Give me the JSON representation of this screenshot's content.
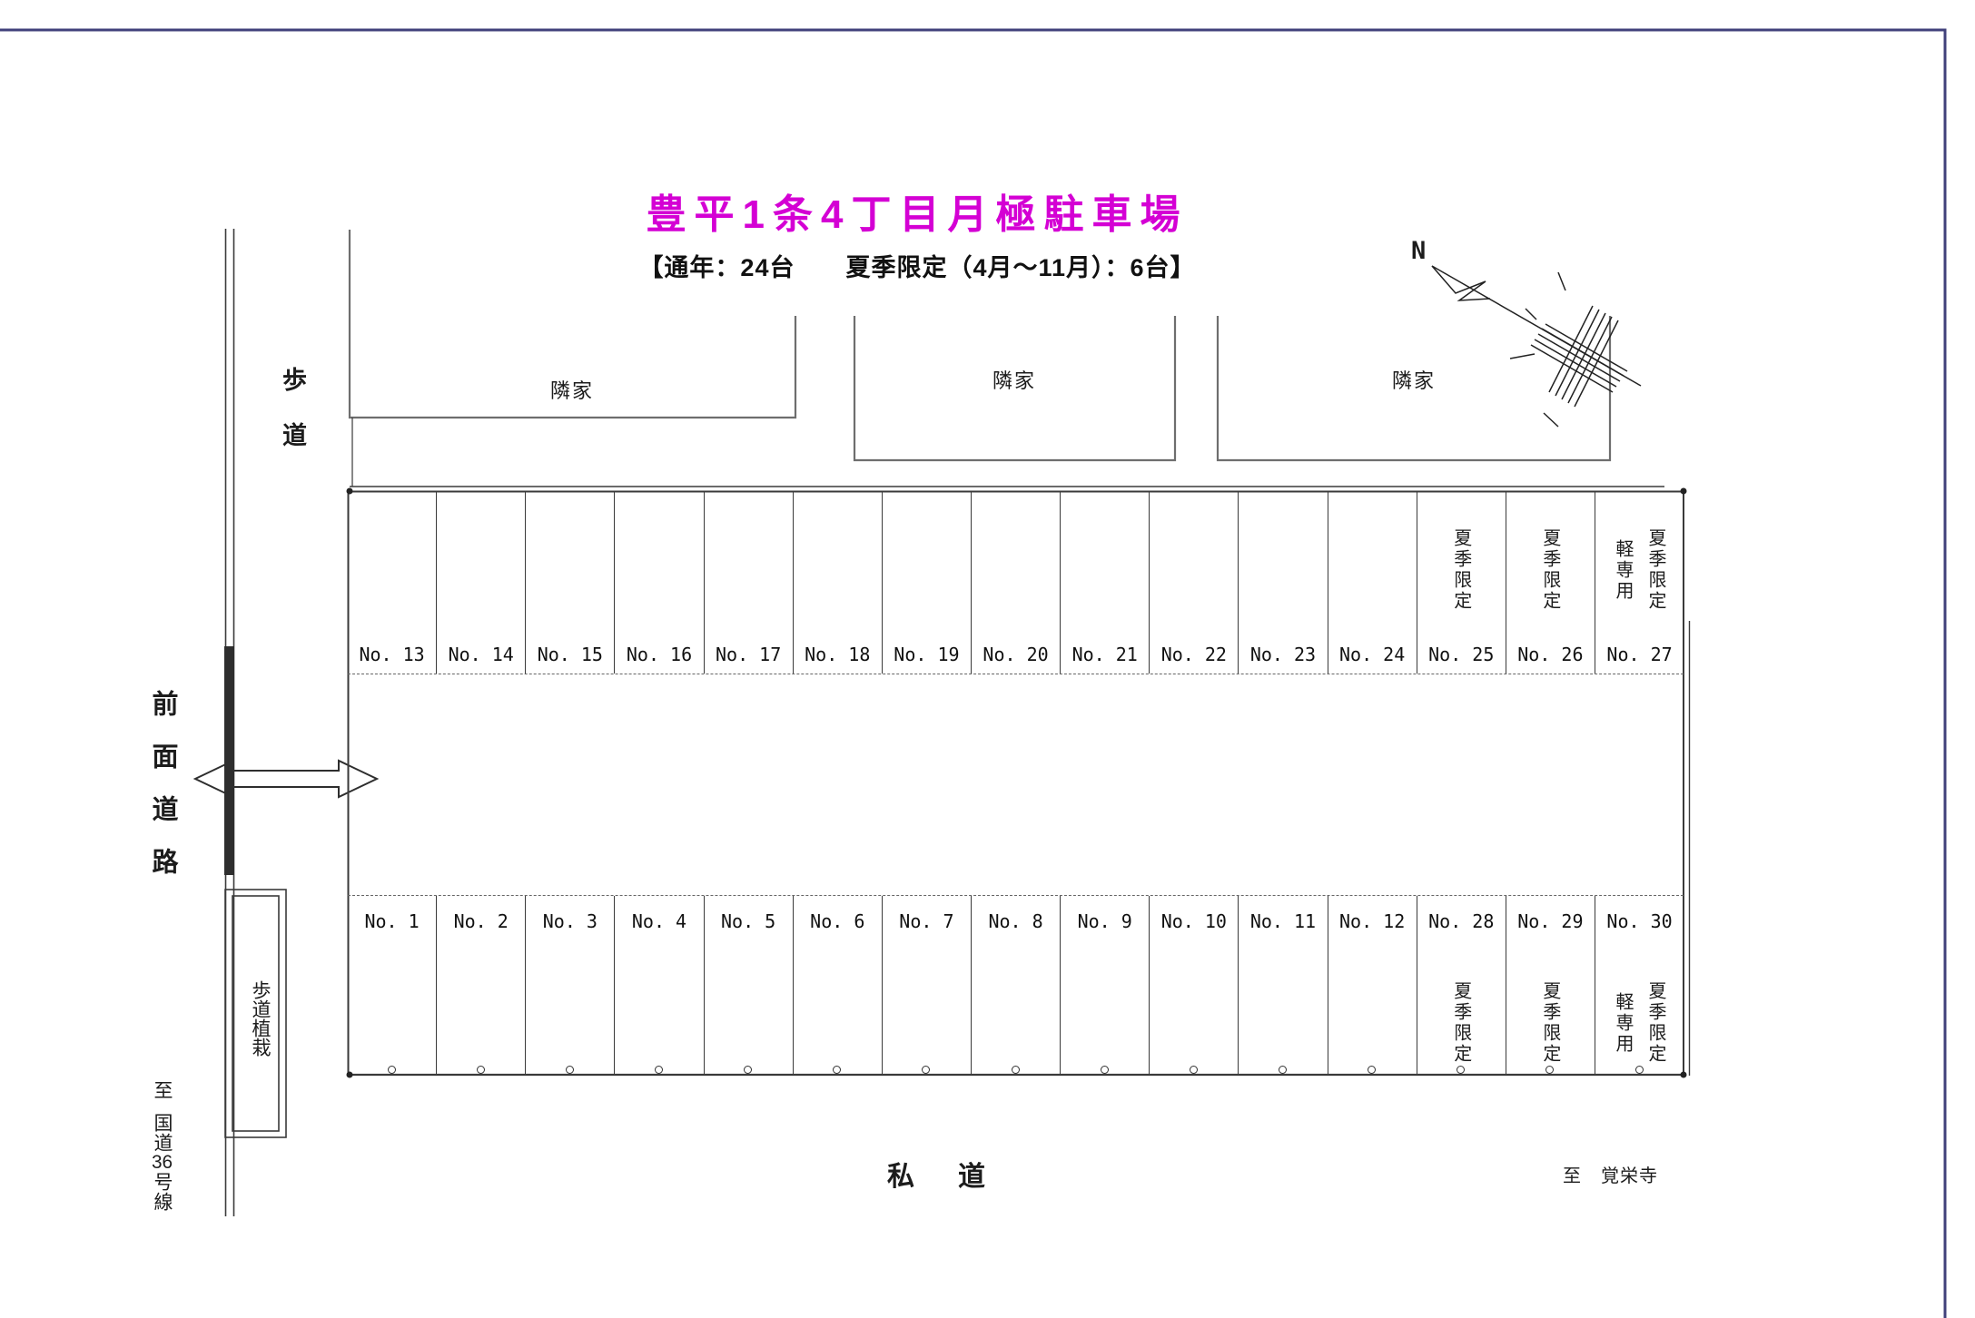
{
  "header": {
    "title": "豊平1条4丁目月極駐車場",
    "title_color": "#d400d4",
    "capacity_note": "【通年：24台　　夏季限定（4月～11月）：6台】"
  },
  "compass": {
    "north_label": "N"
  },
  "surroundings": {
    "neighbor_label": "隣家",
    "sidewalk_label": "歩道",
    "front_road_label": "前面道路",
    "planting_label": "歩道植栽",
    "route36": {
      "to": "至",
      "road": "国道",
      "number": "36",
      "suffix": "号線"
    },
    "private_road_label": "私　道",
    "to_temple_label": "至　覚栄寺"
  },
  "parking": {
    "summer_only_label": "夏季限定",
    "kei_only_label": "軽専用",
    "top_row": [
      {
        "no": "No. 13"
      },
      {
        "no": "No. 14"
      },
      {
        "no": "No. 15"
      },
      {
        "no": "No. 16"
      },
      {
        "no": "No. 17"
      },
      {
        "no": "No. 18"
      },
      {
        "no": "No. 19"
      },
      {
        "no": "No. 20"
      },
      {
        "no": "No. 21"
      },
      {
        "no": "No. 22"
      },
      {
        "no": "No. 23"
      },
      {
        "no": "No. 24"
      },
      {
        "no": "No. 25",
        "summer": true
      },
      {
        "no": "No. 26",
        "summer": true
      },
      {
        "no": "No. 27",
        "summer": true,
        "kei": true
      }
    ],
    "bottom_row": [
      {
        "no": "No. 1"
      },
      {
        "no": "No. 2"
      },
      {
        "no": "No. 3"
      },
      {
        "no": "No. 4"
      },
      {
        "no": "No. 5"
      },
      {
        "no": "No. 6"
      },
      {
        "no": "No. 7"
      },
      {
        "no": "No. 8"
      },
      {
        "no": "No. 9"
      },
      {
        "no": "No. 10"
      },
      {
        "no": "No. 11"
      },
      {
        "no": "No. 12"
      },
      {
        "no": "No. 28",
        "summer": true
      },
      {
        "no": "No. 29",
        "summer": true
      },
      {
        "no": "No. 30",
        "summer": true,
        "kei": true
      }
    ]
  }
}
